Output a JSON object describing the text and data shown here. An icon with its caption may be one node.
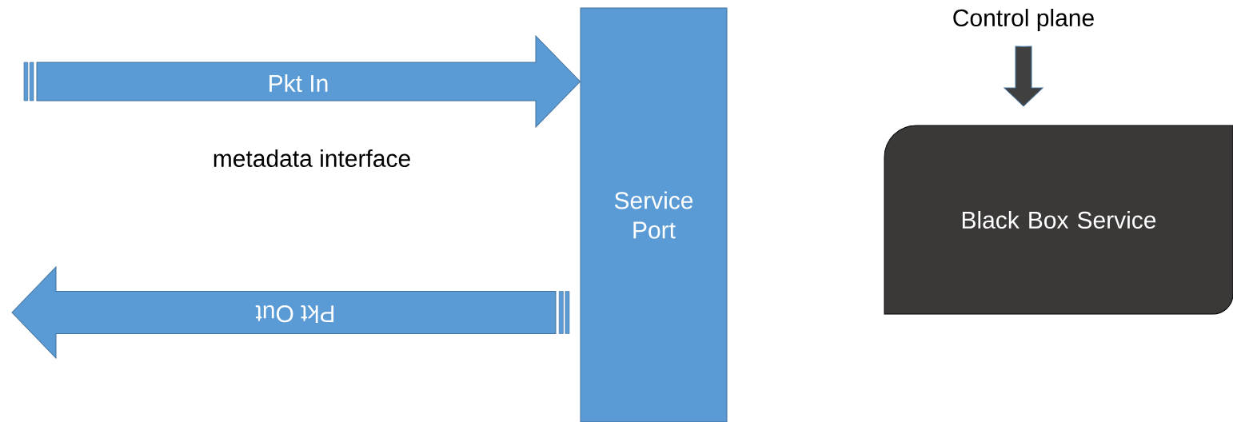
{
  "diagram": {
    "nodes": [
      {
        "text": [
          "Service Port"
        ]
      },
      {
        "text": [
          "Control plane"
        ]
      },
      {
        "text": [
          "Black Box Service"
        ]
      }
    ],
    "edges": [
      {
        "from": null,
        "to": 0,
        "arrow": "to",
        "label": "Pkt In"
      },
      {
        "from": 0,
        "to": null,
        "arrow": "to",
        "label": "Pkt Out"
      },
      {
        "from": 1,
        "to": 2,
        "arrow": "to",
        "color": "#404040"
      }
    ],
    "labels": [
      "metadata interface"
    ]
  }
}
